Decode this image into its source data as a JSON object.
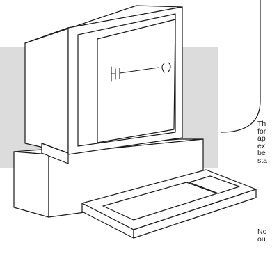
{
  "caption_top_lines": [
    "Th",
    "for",
    "ap",
    "ex",
    "be",
    "sta"
  ],
  "caption_bottom_lines": [
    "No",
    "ou"
  ],
  "colors": {
    "panel": "#dcdcdc",
    "line": "#1a1a1a",
    "fill": "#ffffff"
  }
}
